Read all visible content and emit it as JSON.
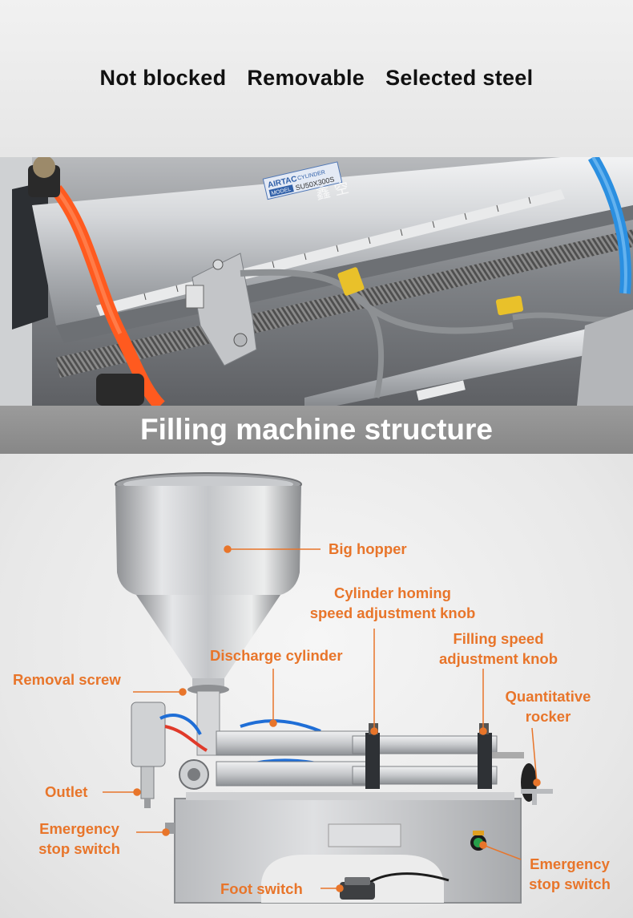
{
  "top_banner": {
    "features": [
      "Not blocked",
      "Removable",
      "Selected steel"
    ]
  },
  "cylinder_photo": {
    "brand_text": "AIRTAC",
    "sub_text": "CYLINDER",
    "model_text": "MODEL",
    "model_code": "SU50X300S",
    "stamp_text": "鑫 空"
  },
  "section": {
    "title": "Filling machine structure"
  },
  "labels": {
    "big_hopper": "Big hopper",
    "cylinder_homing_line1": "Cylinder homing",
    "cylinder_homing_line2": "speed adjustment knob",
    "filling_speed_line1": "Filling speed",
    "filling_speed_line2": "adjustment knob",
    "discharge_cylinder": "Discharge cylinder",
    "removal_screw": "Removal screw",
    "quantitative_line1": "Quantitative",
    "quantitative_line2": "rocker",
    "outlet": "Outlet",
    "emergency_left_line1": "Emergency",
    "emergency_left_line2": "stop switch",
    "emergency_right_line1": "Emergency",
    "emergency_right_line2": "stop switch",
    "foot_switch": "Foot switch"
  },
  "colors": {
    "accent": "#e8752a",
    "header_bar": "#8f8f8f",
    "steel": "#c9cbce"
  }
}
